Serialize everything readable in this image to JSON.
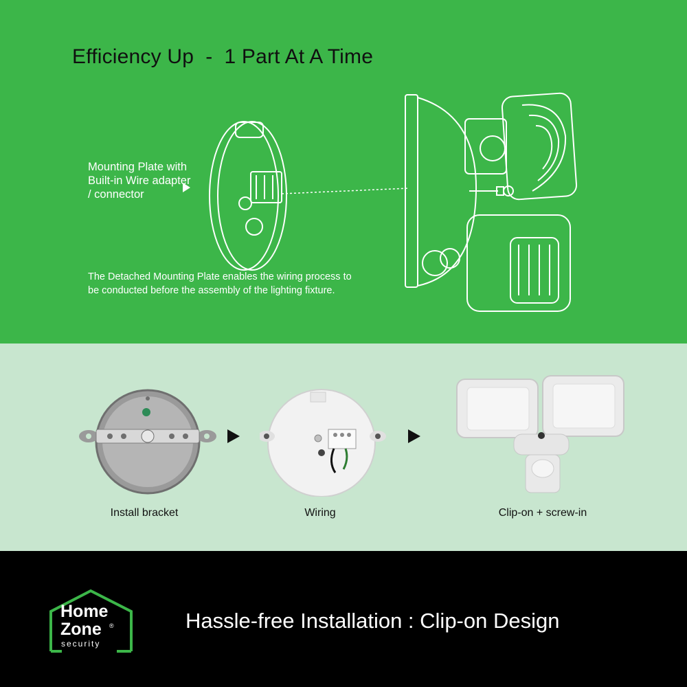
{
  "top": {
    "headline": "Efficiency Up  -  1 Part At A Time",
    "callout": "Mounting Plate with Built-in Wire adapter / connector",
    "description": "The Detached Mounting Plate enables the wiring process to be conducted before the assembly of the lighting fixture.",
    "bg_color": "#3cb649"
  },
  "steps": [
    {
      "label": "Install bracket",
      "icon": "junction-box-bracket-photo"
    },
    {
      "label": "Wiring",
      "icon": "mounting-plate-wiring-photo"
    },
    {
      "label": "Clip-on + screw-in",
      "icon": "twin-head-light-fixture-photo"
    }
  ],
  "bottom": {
    "logo_line_1": "Home",
    "logo_line_2": "Zone",
    "logo_reg": "®",
    "logo_sub": "security",
    "tagline": "Hassle-free Installation : Clip-on Design",
    "logo_color": "#3cb649"
  }
}
